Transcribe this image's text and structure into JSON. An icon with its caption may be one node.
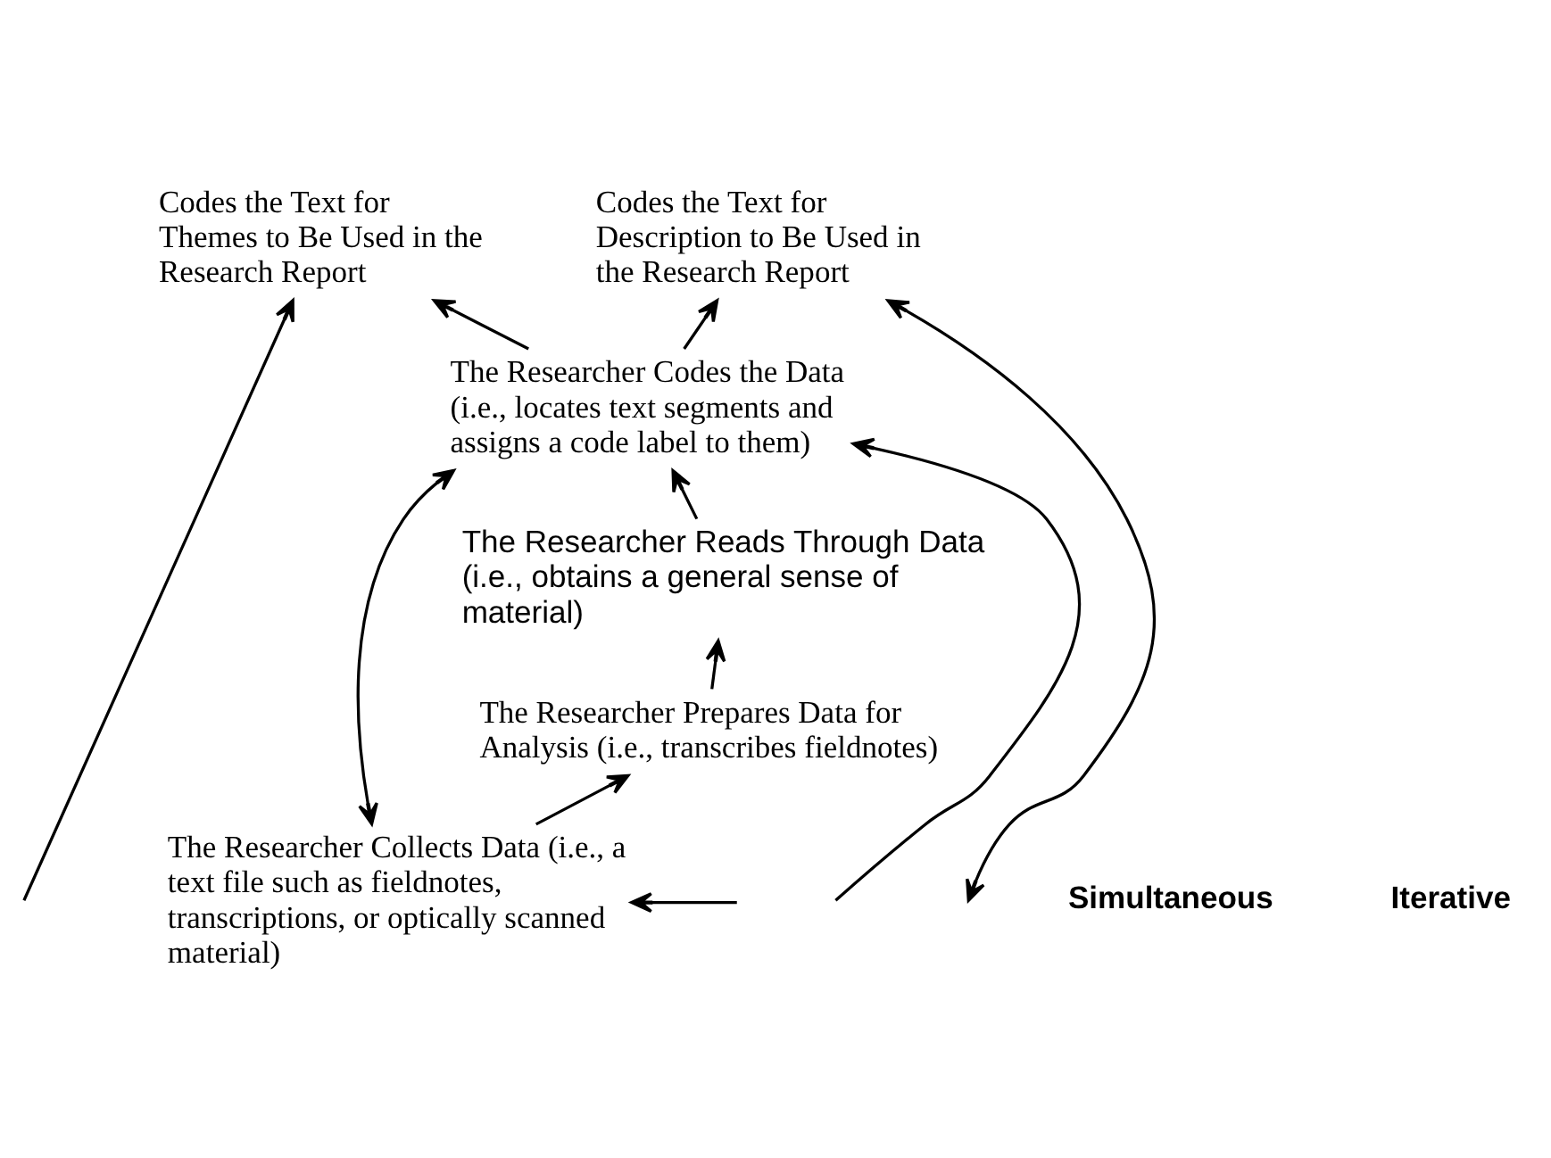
{
  "diagram": {
    "nodes": [
      {
        "text": [
          "Codes the Text for Description to Be Used in the Research Report"
        ]
      },
      {
        "text": [
          "Codes the Text for Themes to Be Used in the Research Report"
        ]
      },
      {
        "text": [
          "The Researcher Codes the Data (i.e., locates text segments and assigns a code label to them)"
        ]
      },
      {
        "text": [
          "The Researcher Reads Through Data (i.e., obtains a general sense of material)"
        ]
      },
      {
        "text": [
          "The Researcher Prepares Data for Analysis (i.e., transcribes fieldnotes)"
        ]
      },
      {
        "text": [
          "The Researcher Collects Data (i.e., a text file such as fieldnotes, transcriptions, or optically scanned material)"
        ]
      }
    ],
    "edges": [
      {
        "from": 5,
        "to": 4,
        "arrow": "to"
      },
      {
        "from": 4,
        "to": 3,
        "arrow": "to"
      },
      {
        "from": 3,
        "to": 2,
        "arrow": "to"
      },
      {
        "from": 2,
        "to": 0,
        "arrow": "to"
      },
      {
        "from": 2,
        "to": 1,
        "arrow": "to"
      },
      {
        "from": 5,
        "to": 2,
        "arrow": "both"
      },
      {
        "from": null,
        "to": 0,
        "arrow": "both"
      },
      {
        "from": null,
        "to": 1,
        "arrow": "to"
      },
      {
        "from": null,
        "to": 2,
        "arrow": "to"
      },
      {
        "from": null,
        "to": 5,
        "arrow": "to"
      }
    ],
    "labels": [
      "Simultaneous",
      "Iterative"
    ]
  }
}
